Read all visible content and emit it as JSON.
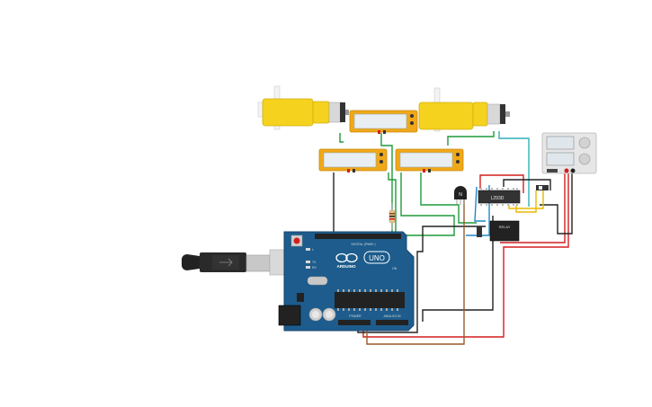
{
  "board": {
    "brand": "ARDUINO",
    "model": "UNO",
    "header_digital": "DIGITAL (PWM~)",
    "header_power": "POWER",
    "header_analog": "ANALOG IN",
    "on_label": "ON",
    "tx_label": "TX",
    "rx_label": "RX",
    "l_label": "L"
  },
  "driver_chip": {
    "label": "L293D"
  },
  "transistor": {
    "label": "N"
  },
  "relay": {
    "label": "RELAY"
  },
  "colors": {
    "wire_red": "#d21f1f",
    "wire_black": "#222222",
    "wire_green": "#1f9a3a",
    "wire_yellow": "#e8b800",
    "wire_blue": "#1e88c8",
    "wire_brown": "#9a5a2a",
    "wire_teal": "#2fb0b8",
    "motor_yellow": "#f4d21e",
    "board_blue": "#1d5c8c",
    "encoder_orange": "#f0a818"
  }
}
